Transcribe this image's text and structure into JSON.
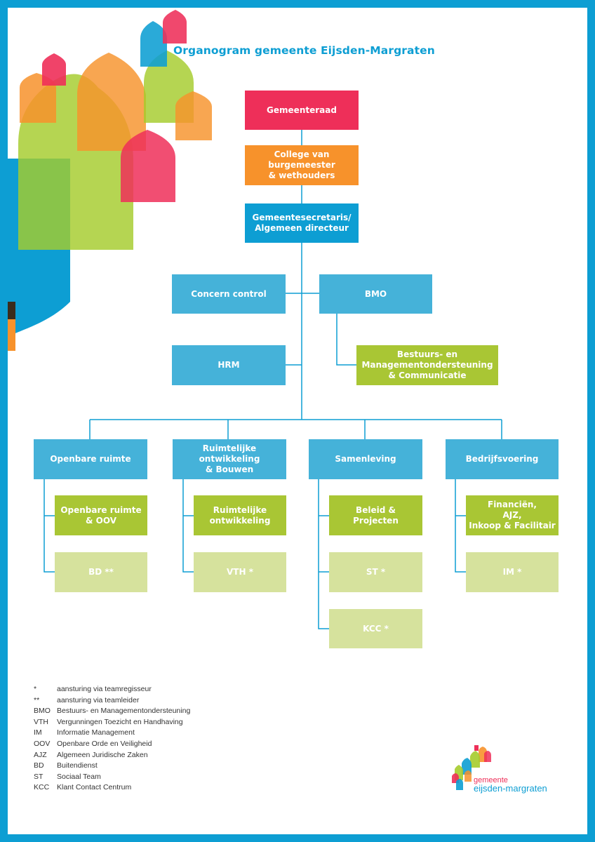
{
  "title": "Organogram gemeente Eijsden-Margraten",
  "colors": {
    "frame": "#0d9ed3",
    "gemeenteraad": "#ee2f59",
    "college": "#f7922b",
    "secretaris": "#0d9ed3",
    "unit": "#45b2d9",
    "team": "#a9c634",
    "subteam": "#d6e29d"
  },
  "boxes": {
    "gemeenteraad": "Gemeenteraad",
    "college": "College van\nburgemeester\n& wethouders",
    "secretaris": "Gemeentesecretaris/\nAlgemeen directeur",
    "concern_control": "Concern control",
    "bmo": "BMO",
    "hrm": "HRM",
    "bmo_team": "Bestuurs- en\nManagementondersteuning\n& Communicatie",
    "openbare_ruimte": "Openbare ruimte",
    "ruimtelijke_bouwen": "Ruimtelijke\nontwikkeling\n& Bouwen",
    "samenleving": "Samenleving",
    "bedrijfsvoering": "Bedrijfsvoering",
    "or_oov": "Openbare ruimte\n& OOV",
    "ruimtelijke_ontwikkeling": "Ruimtelijke\nontwikkeling",
    "beleid_projecten": "Beleid & Projecten",
    "financien": "Financiën,\nAJZ,\nInkoop & Facilitair",
    "bd": "BD **",
    "vth": "VTH *",
    "st": "ST *",
    "kcc": "KCC *",
    "im": "IM *"
  },
  "legend": [
    {
      "abbr": "*",
      "text": "aansturing via teamregisseur"
    },
    {
      "abbr": "**",
      "text": "aansturing via teamleider"
    },
    {
      "abbr": "BMO",
      "text": "Bestuurs- en Managementondersteuning"
    },
    {
      "abbr": "VTH",
      "text": "Vergunningen Toezicht en Handhaving"
    },
    {
      "abbr": "IM",
      "text": "Informatie Management"
    },
    {
      "abbr": "OOV",
      "text": "Openbare Orde en Veiligheid"
    },
    {
      "abbr": "AJZ",
      "text": "Algemeen Juridische Zaken"
    },
    {
      "abbr": "BD",
      "text": "Buitendienst"
    },
    {
      "abbr": "ST",
      "text": "Sociaal Team"
    },
    {
      "abbr": "KCC",
      "text": "Klant Contact Centrum"
    }
  ],
  "logo": {
    "line1": "gemeente",
    "line2": "eijsden-margraten"
  }
}
